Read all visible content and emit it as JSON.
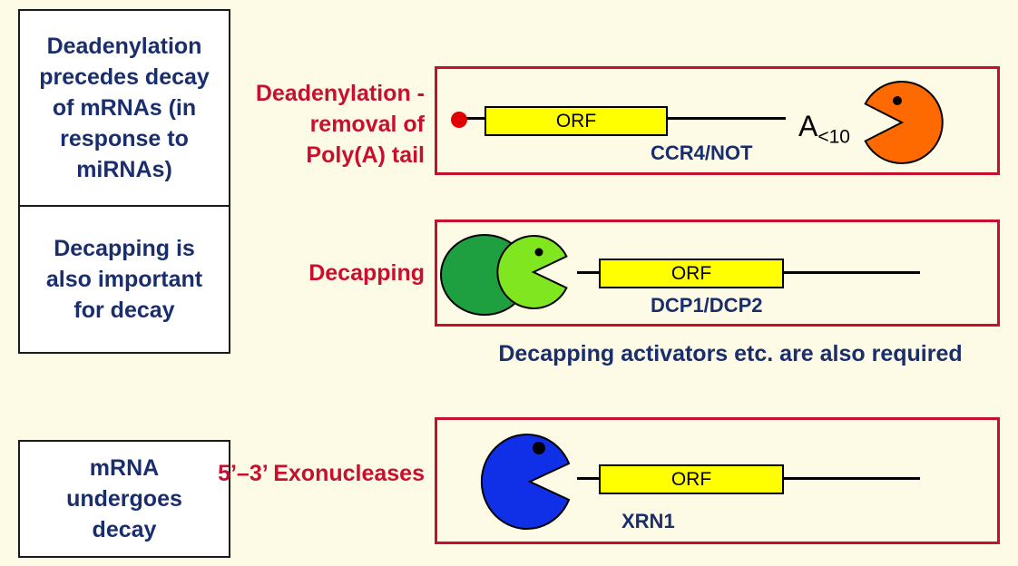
{
  "left_boxes": {
    "deadenylation": "Deadenylation precedes decay of mRNAs (in response to miRNAs)",
    "decapping": "Decapping is also important for decay",
    "decay": "mRNA undergoes decay"
  },
  "labels": {
    "deadenylation": "Deadenylation - removal of Poly(A) tail",
    "decapping": "Decapping",
    "exonucleases": "5’–3’ Exonucleases"
  },
  "panels": {
    "orf_label": "ORF",
    "polya_base": "A",
    "polya_sub": "<10",
    "enzyme_1": "CCR4/NOT",
    "enzyme_2": "DCP1/DCP2",
    "enzyme_3": "XRN1"
  },
  "note": "Decapping activators etc. are also required",
  "colors": {
    "red": "#c8102e",
    "navy": "#1a2e6e",
    "orf_yellow": "#ffff00",
    "orange_pacman": "#ff6a00",
    "light_green": "#80e620",
    "dark_green": "#1fa040",
    "blue_pacman": "#1030e8",
    "cap_red": "#e00000"
  },
  "icons": [
    "cap-dot-icon",
    "orange-pacman-icon",
    "green-oval-icon",
    "green-pacman-icon",
    "blue-pacman-icon"
  ]
}
